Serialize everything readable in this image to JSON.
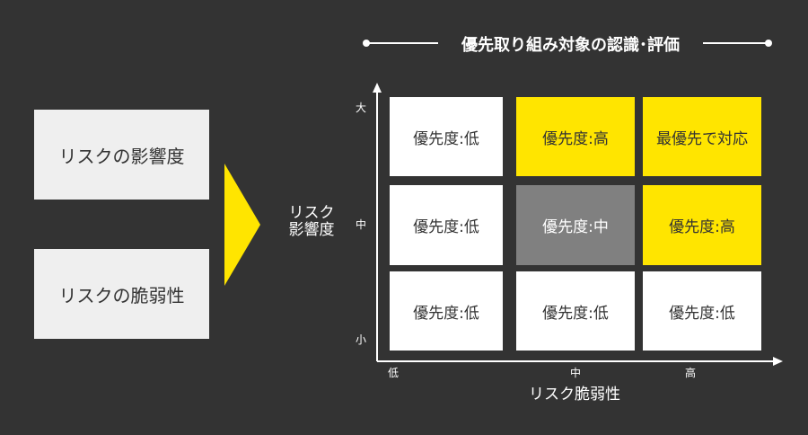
{
  "title": "優先取り組み対象の認識･評価",
  "inputs": [
    "リスクの影響度",
    "リスクの脆弱性"
  ],
  "y_axis": {
    "label_line1": "リスク",
    "label_line2": "影響度",
    "ticks": [
      "大",
      "中",
      "小"
    ]
  },
  "x_axis": {
    "label": "リスク脆弱性",
    "ticks": [
      "低",
      "中",
      "高"
    ]
  },
  "cells": [
    [
      {
        "text": "優先度:低",
        "color": "#ffffff"
      },
      {
        "text": "優先度:高",
        "color": "#ffe500"
      },
      {
        "text": "最優先で対応",
        "color": "#ffe500"
      }
    ],
    [
      {
        "text": "優先度:低",
        "color": "#ffffff"
      },
      {
        "text": "優先度:中",
        "color": "#808080"
      },
      {
        "text": "優先度:高",
        "color": "#ffe500"
      }
    ],
    [
      {
        "text": "優先度:低",
        "color": "#ffffff"
      },
      {
        "text": "優先度:低",
        "color": "#ffffff"
      },
      {
        "text": "優先度:低",
        "color": "#ffffff"
      }
    ]
  ],
  "colors": {
    "background": "#333333",
    "accent": "#ffe500"
  }
}
